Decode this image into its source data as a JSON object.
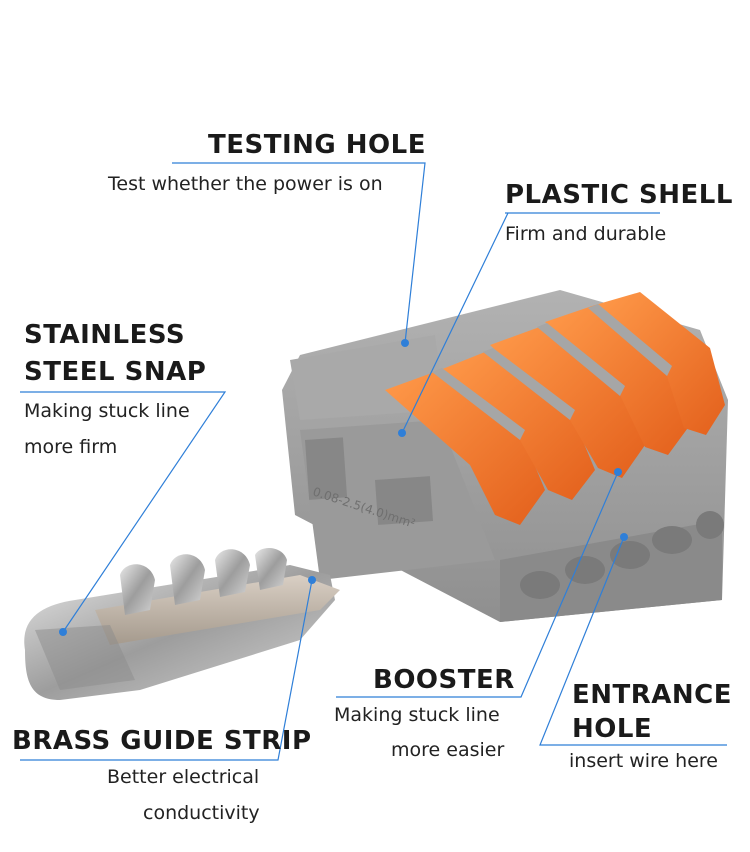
{
  "callouts": {
    "testing_hole": {
      "title": "TESTING HOLE",
      "desc": "Test whether the power is on"
    },
    "plastic_shell": {
      "title": "PLASTIC SHELL",
      "desc": "Firm and durable"
    },
    "stainless_steel_snap": {
      "title_line1": "STAINLESS",
      "title_line2": "STEEL SNAP",
      "desc_line1": "Making stuck line",
      "desc_line2": "more firm"
    },
    "booster": {
      "title": "BOOSTER",
      "desc_line1": "Making stuck line",
      "desc_line2": "more easier"
    },
    "entrance_hole": {
      "title_line1": "ENTRANCE",
      "title_line2": "HOLE",
      "desc": "insert wire here"
    },
    "brass_guide_strip": {
      "title": "BRASS GUIDE STRIP",
      "desc_line1": "Better electrical",
      "desc_line2": "conductivity"
    }
  },
  "product": {
    "rating_mark": "0.08-2.5(4.0)mm²"
  },
  "colors": {
    "leader_line": "#2f7fd8",
    "housing": "#9c9c9c",
    "lever": "#f07a2a",
    "metal": "#b9b9b9"
  }
}
